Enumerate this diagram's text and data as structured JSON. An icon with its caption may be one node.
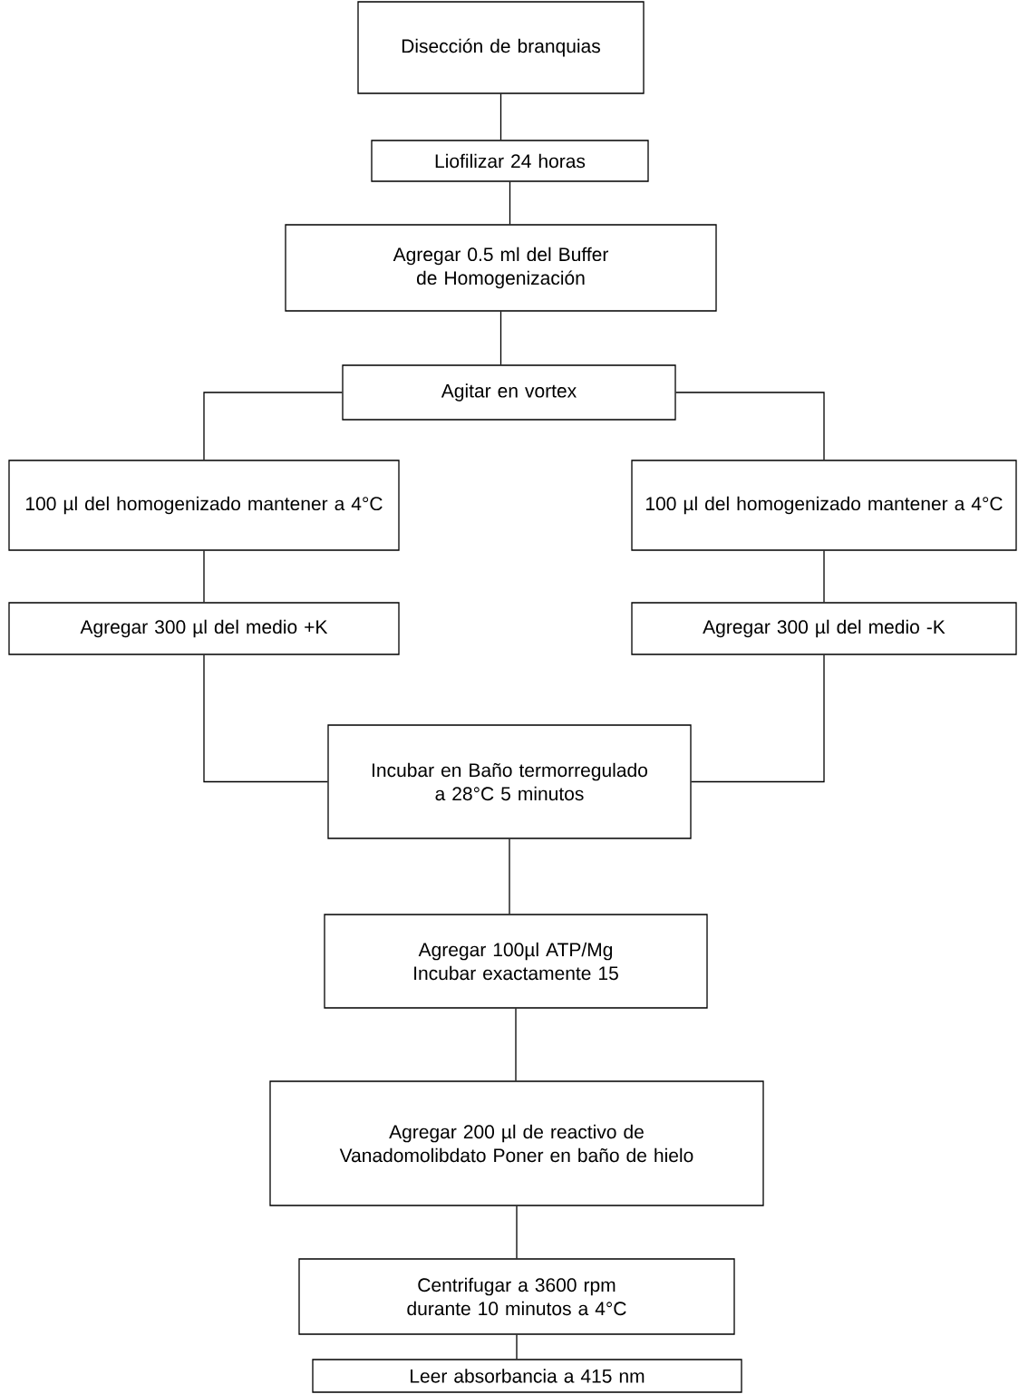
{
  "diagram": {
    "nodes": [
      {
        "text": [
          "Disección de branquias"
        ]
      },
      {
        "text": [
          "Liofilizar 24 horas"
        ]
      },
      {
        "text": [
          "Agregar 0.5 ml del Buffer de Homogenización"
        ]
      },
      {
        "text": [
          "Agitar en vortex"
        ]
      },
      {
        "text": [
          "100 µl del homogenizado mantener a 4°C"
        ]
      },
      {
        "text": [
          "100 µl del homogenizado mantener a 4°C"
        ]
      },
      {
        "text": [
          "Agregar 300 µl del medio +K"
        ]
      },
      {
        "text": [
          "Agregar 300 µl del medio -K"
        ]
      },
      {
        "text": [
          "Incubar en Baño termorregulado a 28°C 5 minutos"
        ]
      },
      {
        "text": [
          "Agregar 100µl ATP/Mg Incubar exactamente 15"
        ]
      },
      {
        "text": [
          "Agregar 200 µl de reactivo de Vanadomolibdato Poner en baño de hielo"
        ]
      },
      {
        "text": [
          "Centrifugar a 3600 rpm durante 10 minutos a 4°C"
        ]
      },
      {
        "text": [
          "Leer absorbancia a 415 nm"
        ]
      }
    ],
    "edges": [
      {
        "from": 0,
        "to": 1,
        "arrow": "none"
      },
      {
        "from": 1,
        "to": 2,
        "arrow": "none"
      },
      {
        "from": 2,
        "to": 3,
        "arrow": "none"
      },
      {
        "from": 3,
        "to": 4,
        "arrow": "none"
      },
      {
        "from": 3,
        "to": 5,
        "arrow": "none"
      },
      {
        "from": 4,
        "to": 6,
        "arrow": "none"
      },
      {
        "from": 5,
        "to": 7,
        "arrow": "none"
      },
      {
        "from": 6,
        "to": 8,
        "arrow": "none"
      },
      {
        "from": 7,
        "to": 8,
        "arrow": "none"
      },
      {
        "from": 8,
        "to": 9,
        "arrow": "none"
      },
      {
        "from": 9,
        "to": 10,
        "arrow": "none"
      },
      {
        "from": 10,
        "to": 11,
        "arrow": "none"
      },
      {
        "from": 11,
        "to": 12,
        "arrow": "none"
      }
    ]
  }
}
